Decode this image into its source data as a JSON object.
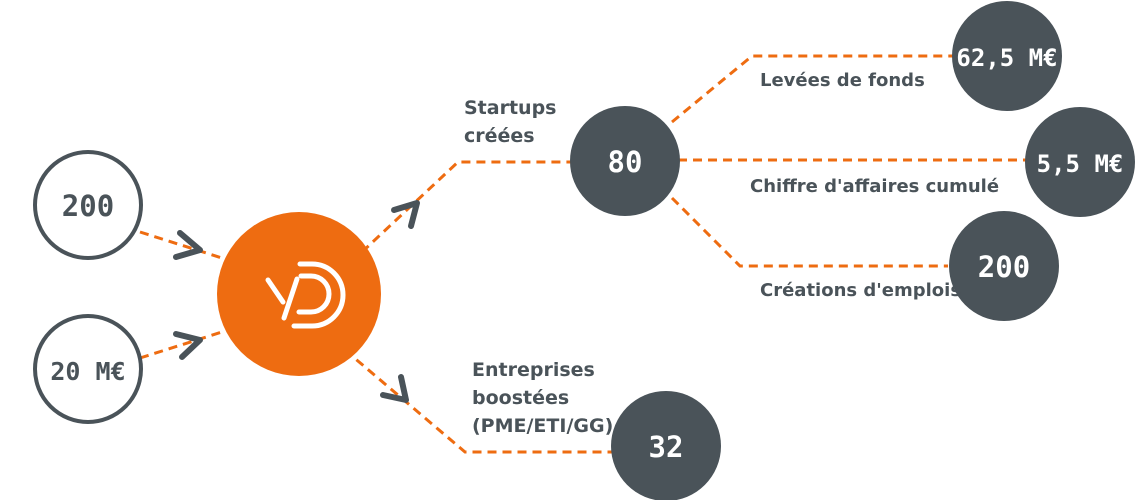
{
  "colors": {
    "accent": "#ee6c11",
    "node_dark": "#4a5359",
    "outline": "#4a5359",
    "text_light": "#ffffff"
  },
  "inputs": [
    {
      "value": "200"
    },
    {
      "value": "20 M€"
    }
  ],
  "center": {
    "logo_icon": "yp-logo-icon"
  },
  "outputs": {
    "startups": {
      "label_lines": [
        "Startups",
        "créées"
      ],
      "value": "80",
      "children": [
        {
          "label": "Levées de fonds",
          "value": "62,5 M€"
        },
        {
          "label": "Chiffre d'affaires cumulé",
          "value": "5,5 M€"
        },
        {
          "label": "Créations d'emplois",
          "value": "200"
        }
      ]
    },
    "companies": {
      "label_lines": [
        "Entreprises",
        "boostées",
        "(PME/ETI/GG)"
      ],
      "value": "32"
    }
  }
}
